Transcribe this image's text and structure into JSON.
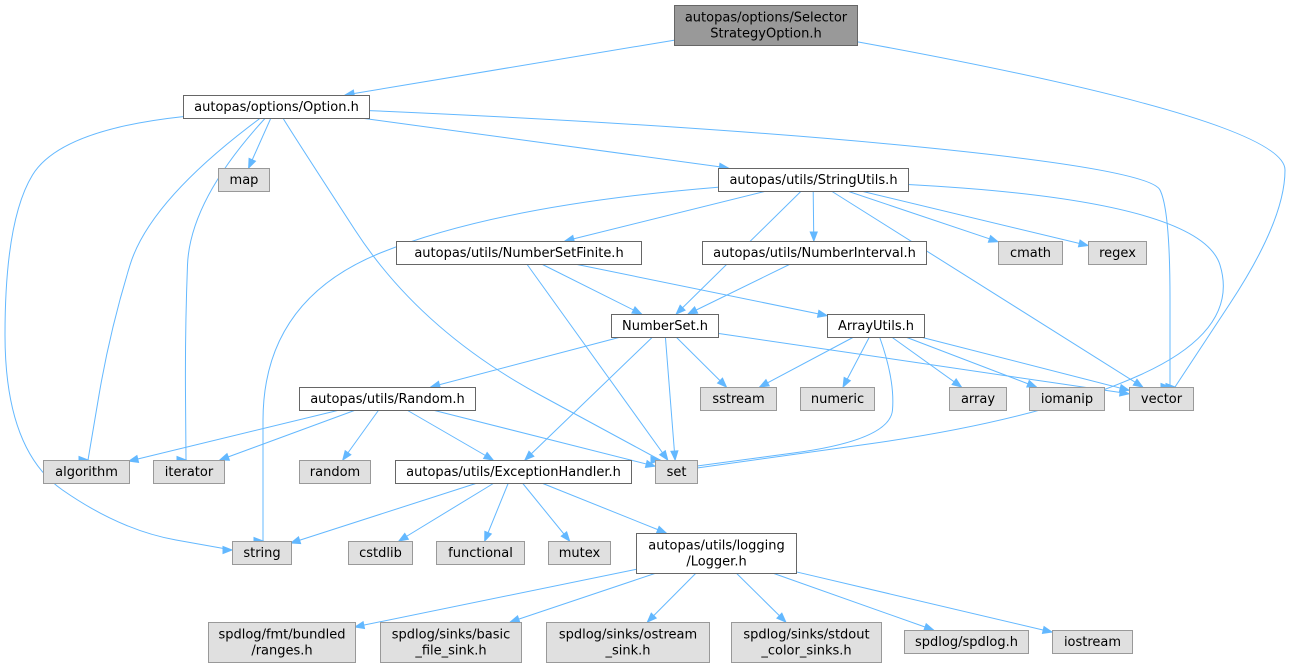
{
  "colors": {
    "edge": "#63b8ff",
    "root_fill": "#999999",
    "root_border": "#666666",
    "file_fill": "#ffffff",
    "file_border": "#666666",
    "system_fill": "#e0e0e0",
    "system_border": "#999999"
  },
  "nodes": [
    {
      "id": "root",
      "kind": "root",
      "lines": [
        "autopas/options/Selector",
        "StrategyOption.h"
      ]
    },
    {
      "id": "option",
      "kind": "file",
      "lines": [
        "autopas/options/Option.h"
      ]
    },
    {
      "id": "map",
      "kind": "system",
      "lines": [
        "map"
      ]
    },
    {
      "id": "stringutils",
      "kind": "file",
      "lines": [
        "autopas/utils/StringUtils.h"
      ]
    },
    {
      "id": "numbersetfinite",
      "kind": "file",
      "lines": [
        "autopas/utils/NumberSetFinite.h"
      ]
    },
    {
      "id": "numberinterval",
      "kind": "file",
      "lines": [
        "autopas/utils/NumberInterval.h"
      ]
    },
    {
      "id": "cmath",
      "kind": "system",
      "lines": [
        "cmath"
      ]
    },
    {
      "id": "regex",
      "kind": "system",
      "lines": [
        "regex"
      ]
    },
    {
      "id": "numberset",
      "kind": "file",
      "lines": [
        "NumberSet.h"
      ]
    },
    {
      "id": "arrayutils",
      "kind": "file",
      "lines": [
        "ArrayUtils.h"
      ]
    },
    {
      "id": "random_h",
      "kind": "file",
      "lines": [
        "autopas/utils/Random.h"
      ]
    },
    {
      "id": "sstream",
      "kind": "system",
      "lines": [
        "sstream"
      ]
    },
    {
      "id": "numeric",
      "kind": "system",
      "lines": [
        "numeric"
      ]
    },
    {
      "id": "array",
      "kind": "system",
      "lines": [
        "array"
      ]
    },
    {
      "id": "iomanip",
      "kind": "system",
      "lines": [
        "iomanip"
      ]
    },
    {
      "id": "vector",
      "kind": "system",
      "lines": [
        "vector"
      ]
    },
    {
      "id": "algorithm",
      "kind": "system",
      "lines": [
        "algorithm"
      ]
    },
    {
      "id": "iterator",
      "kind": "system",
      "lines": [
        "iterator"
      ]
    },
    {
      "id": "random",
      "kind": "system",
      "lines": [
        "random"
      ]
    },
    {
      "id": "exceptionhandler",
      "kind": "file",
      "lines": [
        "autopas/utils/ExceptionHandler.h"
      ]
    },
    {
      "id": "set",
      "kind": "system",
      "lines": [
        "set"
      ]
    },
    {
      "id": "string",
      "kind": "system",
      "lines": [
        "string"
      ]
    },
    {
      "id": "cstdlib",
      "kind": "system",
      "lines": [
        "cstdlib"
      ]
    },
    {
      "id": "functional",
      "kind": "system",
      "lines": [
        "functional"
      ]
    },
    {
      "id": "mutex",
      "kind": "system",
      "lines": [
        "mutex"
      ]
    },
    {
      "id": "logger",
      "kind": "file",
      "lines": [
        "autopas/utils/logging",
        "/Logger.h"
      ]
    },
    {
      "id": "ranges",
      "kind": "system",
      "lines": [
        "spdlog/fmt/bundled",
        "/ranges.h"
      ]
    },
    {
      "id": "basicfile",
      "kind": "system",
      "lines": [
        "spdlog/sinks/basic",
        "_file_sink.h"
      ]
    },
    {
      "id": "ostream",
      "kind": "system",
      "lines": [
        "spdlog/sinks/ostream",
        "_sink.h"
      ]
    },
    {
      "id": "stdout",
      "kind": "system",
      "lines": [
        "spdlog/sinks/stdout",
        "_color_sinks.h"
      ]
    },
    {
      "id": "spdlog",
      "kind": "system",
      "lines": [
        "spdlog/spdlog.h"
      ]
    },
    {
      "id": "iostream",
      "kind": "system",
      "lines": [
        "iostream"
      ]
    }
  ],
  "edges": [
    [
      "root",
      "option"
    ],
    [
      "root",
      "vector"
    ],
    [
      "option",
      "map"
    ],
    [
      "option",
      "stringutils"
    ],
    [
      "option",
      "vector"
    ],
    [
      "option",
      "algorithm"
    ],
    [
      "option",
      "iterator"
    ],
    [
      "option",
      "set"
    ],
    [
      "option",
      "string"
    ],
    [
      "stringutils",
      "numbersetfinite"
    ],
    [
      "stringutils",
      "numberinterval"
    ],
    [
      "stringutils",
      "numberset"
    ],
    [
      "stringutils",
      "cmath"
    ],
    [
      "stringutils",
      "regex"
    ],
    [
      "stringutils",
      "vector"
    ],
    [
      "stringutils",
      "set"
    ],
    [
      "stringutils",
      "string"
    ],
    [
      "numbersetfinite",
      "numberset"
    ],
    [
      "numbersetfinite",
      "arrayutils"
    ],
    [
      "numbersetfinite",
      "set"
    ],
    [
      "numberinterval",
      "numberset"
    ],
    [
      "numberset",
      "random_h"
    ],
    [
      "numberset",
      "exceptionhandler"
    ],
    [
      "numberset",
      "sstream"
    ],
    [
      "numberset",
      "set"
    ],
    [
      "numberset",
      "vector"
    ],
    [
      "arrayutils",
      "sstream"
    ],
    [
      "arrayutils",
      "numeric"
    ],
    [
      "arrayutils",
      "array"
    ],
    [
      "arrayutils",
      "iomanip"
    ],
    [
      "arrayutils",
      "vector"
    ],
    [
      "arrayutils",
      "set"
    ],
    [
      "random_h",
      "algorithm"
    ],
    [
      "random_h",
      "iterator"
    ],
    [
      "random_h",
      "random"
    ],
    [
      "random_h",
      "exceptionhandler"
    ],
    [
      "random_h",
      "set"
    ],
    [
      "exceptionhandler",
      "string"
    ],
    [
      "exceptionhandler",
      "cstdlib"
    ],
    [
      "exceptionhandler",
      "functional"
    ],
    [
      "exceptionhandler",
      "mutex"
    ],
    [
      "exceptionhandler",
      "logger"
    ],
    [
      "logger",
      "ranges"
    ],
    [
      "logger",
      "basicfile"
    ],
    [
      "logger",
      "ostream"
    ],
    [
      "logger",
      "stdout"
    ],
    [
      "logger",
      "spdlog"
    ],
    [
      "logger",
      "iostream"
    ]
  ]
}
